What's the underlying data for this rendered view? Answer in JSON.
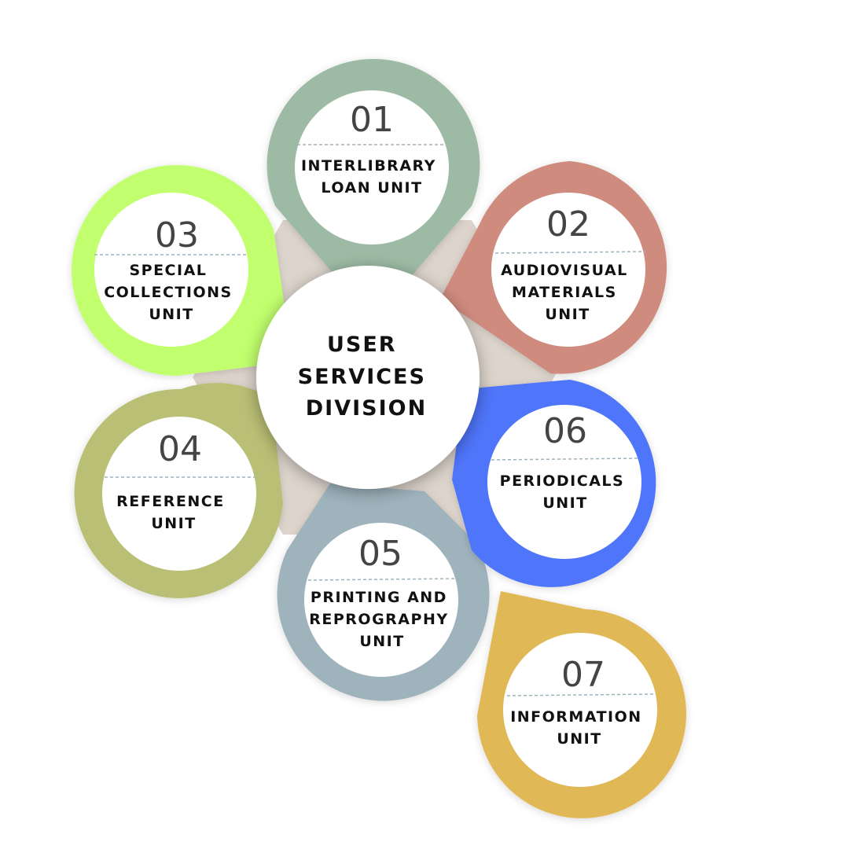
{
  "center": {
    "lines": [
      "USER",
      "SERVICES",
      "DIVISION"
    ]
  },
  "units": [
    {
      "number": "01",
      "lines": [
        "INTERLIBRARY",
        "LOAN UNIT"
      ],
      "color": "#9dbba4"
    },
    {
      "number": "02",
      "lines": [
        "AUDIOVISUAL",
        "MATERIALS",
        "UNIT"
      ],
      "color": "#d08b7f"
    },
    {
      "number": "03",
      "lines": [
        "SPECIAL",
        "COLLECTIONS",
        "UNIT"
      ],
      "color": "#c1ff6e"
    },
    {
      "number": "04",
      "lines": [
        "REFERENCE",
        "UNIT"
      ],
      "color": "#b9bf75"
    },
    {
      "number": "05",
      "lines": [
        "PRINTING AND",
        "REPROGRAPHY",
        "UNIT"
      ],
      "color": "#9fb3bd"
    },
    {
      "number": "06",
      "lines": [
        "PERIODICALS",
        "UNIT"
      ],
      "color": "#5074fa"
    },
    {
      "number": "07",
      "lines": [
        "INFORMATION",
        "UNIT"
      ],
      "color": "#e0b956"
    }
  ],
  "colors": {
    "hub": "#ddd5cc",
    "center_fill": "#ffffff",
    "divider": "#9fb3bd"
  }
}
